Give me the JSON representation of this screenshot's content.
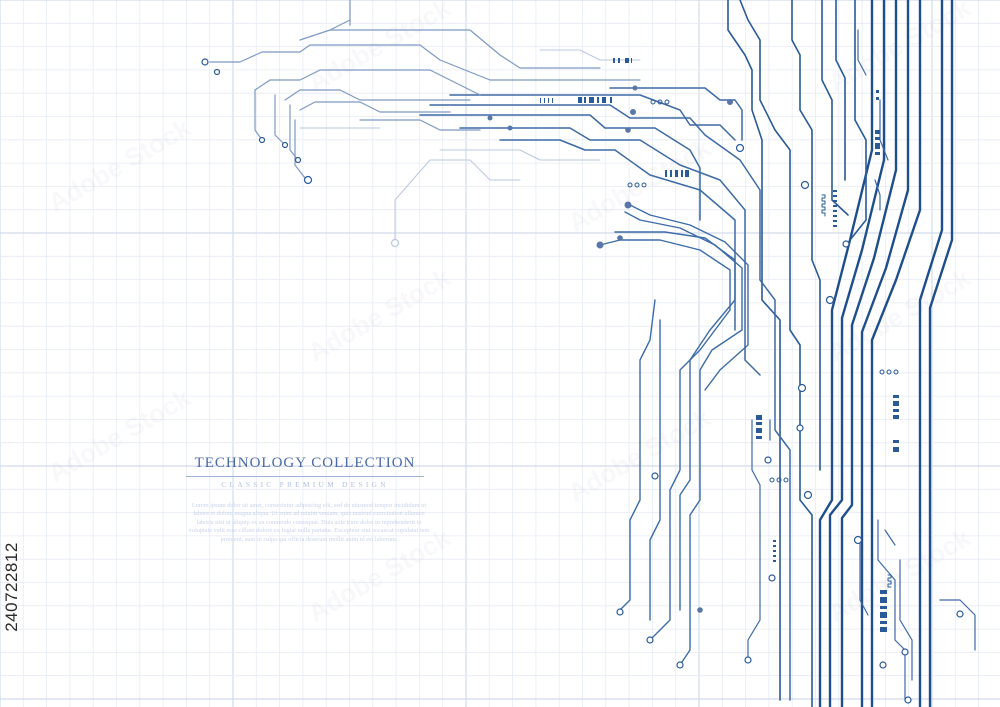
{
  "heading": {
    "title": "TECHNOLOGY COLLECTION",
    "subtitle": "CLASSIC PREMIUM DESIGN",
    "body": "Lorem ipsum dolor sit amet, consectetur adipiscing elit, sed do eiusmod tempor incididunt ut labore et dolore magna aliqua. Ut enim ad minim veniam, quis nostrud exercitation ullamco laboris nisi ut aliquip ex ea commodo consequat. Duis aute irure dolor in reprehenderit in voluptate velit esse cillum dolore eu fugiat nulla pariatur. Excepteur sint occaecat cupidatat non proident, sunt in culpa qui officia deserunt mollit anim id est laborum."
  },
  "stock_id": "240722812",
  "watermark_text": "Adobe Stock",
  "colors": {
    "background": "#ffffff",
    "grid_minor": "#e6ebf4",
    "grid_major": "#d2dbea",
    "trace_dark": "#1f4e8c",
    "trace_mid": "#3e6aa6",
    "trace_light": "#8fa6cc",
    "trace_pale": "#b9c8e2",
    "title": "#4a6aa5"
  }
}
